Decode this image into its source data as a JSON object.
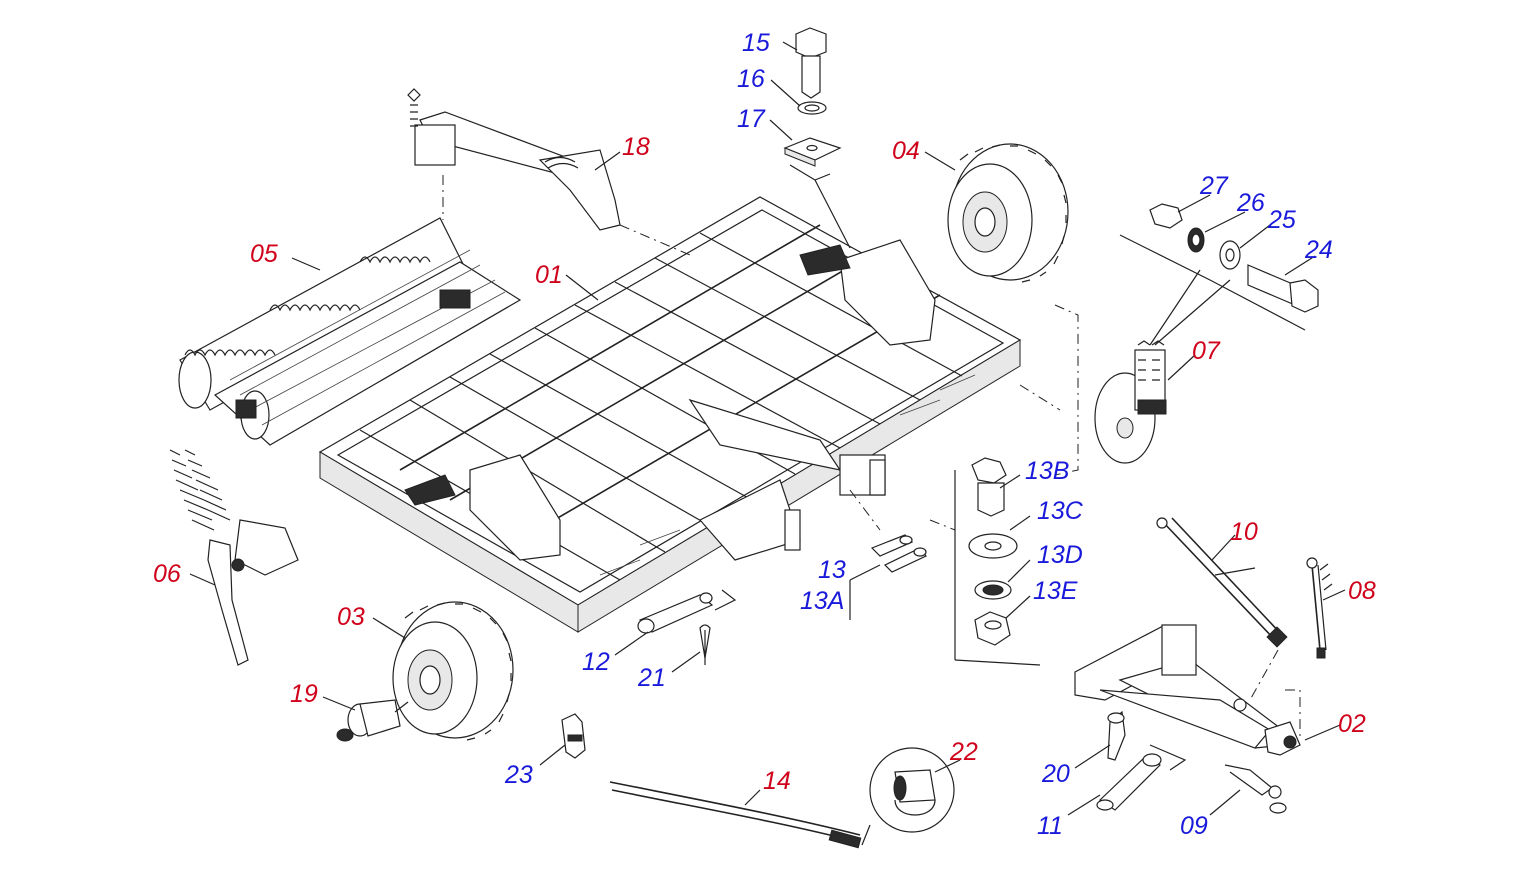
{
  "diagram": {
    "labels": [
      {
        "id": "15",
        "text": "15",
        "color": "blue"
      },
      {
        "id": "16",
        "text": "16",
        "color": "blue"
      },
      {
        "id": "17",
        "text": "17",
        "color": "blue"
      },
      {
        "id": "18",
        "text": "18",
        "color": "red"
      },
      {
        "id": "04",
        "text": "04",
        "color": "red"
      },
      {
        "id": "27",
        "text": "27",
        "color": "blue"
      },
      {
        "id": "26",
        "text": "26",
        "color": "blue"
      },
      {
        "id": "25",
        "text": "25",
        "color": "blue"
      },
      {
        "id": "24",
        "text": "24",
        "color": "blue"
      },
      {
        "id": "05",
        "text": "05",
        "color": "red"
      },
      {
        "id": "01",
        "text": "01",
        "color": "red"
      },
      {
        "id": "07",
        "text": "07",
        "color": "red"
      },
      {
        "id": "13B",
        "text": "13B",
        "color": "blue"
      },
      {
        "id": "13C",
        "text": "13C",
        "color": "blue"
      },
      {
        "id": "13D",
        "text": "13D",
        "color": "blue"
      },
      {
        "id": "13E",
        "text": "13E",
        "color": "blue"
      },
      {
        "id": "13",
        "text": "13",
        "color": "blue"
      },
      {
        "id": "13A",
        "text": "13A",
        "color": "blue"
      },
      {
        "id": "10",
        "text": "10",
        "color": "red"
      },
      {
        "id": "08",
        "text": "08",
        "color": "red"
      },
      {
        "id": "06",
        "text": "06",
        "color": "red"
      },
      {
        "id": "03",
        "text": "03",
        "color": "red"
      },
      {
        "id": "12",
        "text": "12",
        "color": "blue"
      },
      {
        "id": "21",
        "text": "21",
        "color": "blue"
      },
      {
        "id": "19",
        "text": "19",
        "color": "red"
      },
      {
        "id": "23",
        "text": "23",
        "color": "blue"
      },
      {
        "id": "14",
        "text": "14",
        "color": "red"
      },
      {
        "id": "22",
        "text": "22",
        "color": "red"
      },
      {
        "id": "02",
        "text": "02",
        "color": "red"
      },
      {
        "id": "20",
        "text": "20",
        "color": "blue"
      },
      {
        "id": "11",
        "text": "11",
        "color": "blue"
      },
      {
        "id": "09",
        "text": "09",
        "color": "blue"
      }
    ],
    "colors": {
      "red": "#d0021b",
      "blue": "#1a1adb",
      "line": "#222222",
      "background": "#ffffff"
    }
  }
}
